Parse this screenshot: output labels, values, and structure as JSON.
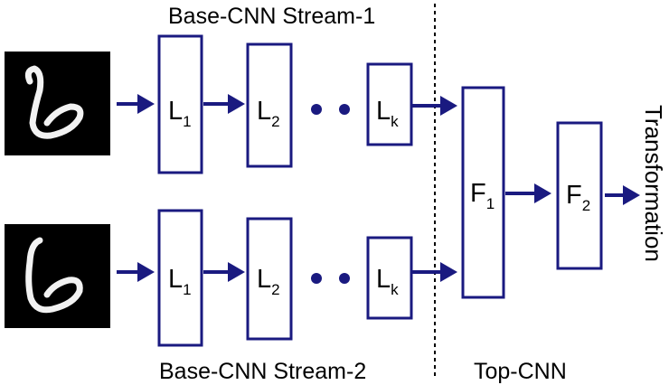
{
  "labels": {
    "stream1": "Base-CNN Stream-1",
    "stream2": "Base-CNN  Stream-2",
    "top_cnn": "Top-CNN",
    "transformation": "Transformation"
  },
  "stream1_layers": [
    {
      "base": "L",
      "sub": "1"
    },
    {
      "base": "L",
      "sub": "2"
    },
    {
      "base": "L",
      "sub": "k"
    }
  ],
  "stream2_layers": [
    {
      "base": "L",
      "sub": "1"
    },
    {
      "base": "L",
      "sub": "2"
    },
    {
      "base": "L",
      "sub": "k"
    }
  ],
  "top_layers": [
    {
      "base": "F",
      "sub": "1"
    },
    {
      "base": "F",
      "sub": "2"
    }
  ],
  "colors": {
    "box_stroke": "#1a1a80",
    "arrow": "#1a1a80",
    "divider": "#000000"
  }
}
